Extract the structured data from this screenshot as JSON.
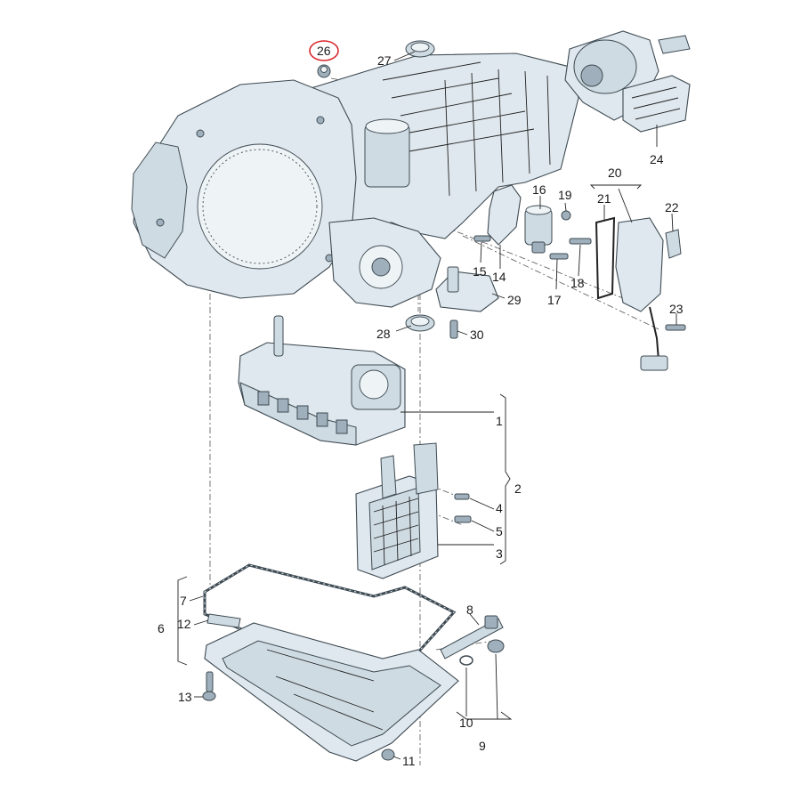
{
  "labels": [
    {
      "id": "26",
      "text": "26"
    },
    {
      "id": "27",
      "text": "27"
    },
    {
      "id": "24",
      "text": "24"
    },
    {
      "id": "16",
      "text": "16"
    },
    {
      "id": "19",
      "text": "19"
    },
    {
      "id": "20",
      "text": "20"
    },
    {
      "id": "21",
      "text": "21"
    },
    {
      "id": "22",
      "text": "22"
    },
    {
      "id": "15",
      "text": "15"
    },
    {
      "id": "14",
      "text": "14"
    },
    {
      "id": "17",
      "text": "17"
    },
    {
      "id": "18",
      "text": "18"
    },
    {
      "id": "29",
      "text": "29"
    },
    {
      "id": "23",
      "text": "23"
    },
    {
      "id": "28",
      "text": "28"
    },
    {
      "id": "30",
      "text": "30"
    },
    {
      "id": "1",
      "text": "1"
    },
    {
      "id": "2",
      "text": "2"
    },
    {
      "id": "4",
      "text": "4"
    },
    {
      "id": "5",
      "text": "5"
    },
    {
      "id": "3",
      "text": "3"
    },
    {
      "id": "7",
      "text": "7"
    },
    {
      "id": "8",
      "text": "8"
    },
    {
      "id": "6",
      "text": "6"
    },
    {
      "id": "12",
      "text": "12"
    },
    {
      "id": "13",
      "text": "13"
    },
    {
      "id": "10",
      "text": "10"
    },
    {
      "id": "9",
      "text": "9"
    },
    {
      "id": "11",
      "text": "11"
    }
  ],
  "highlight": {
    "label": "26",
    "color": "#d9262c"
  },
  "colors": {
    "part_fill": "#dfe8ee",
    "outline": "#3e4a52",
    "text": "#1a1a1a"
  }
}
